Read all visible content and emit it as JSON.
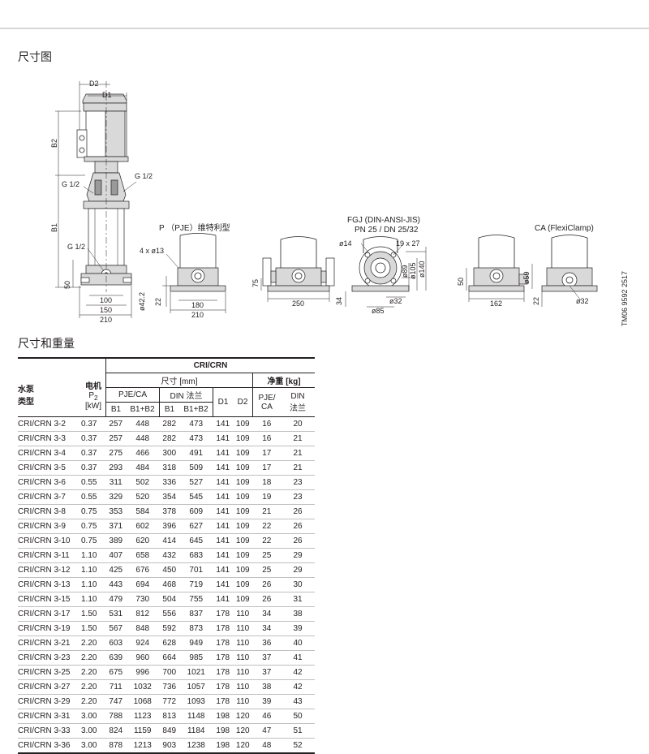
{
  "headings": {
    "dimensions": "尺寸图",
    "dimensions_weights": "尺寸和重量"
  },
  "drawing": {
    "dims": {
      "D2": "D2",
      "D1": "D1",
      "B2": "B2",
      "B1": "B1",
      "g_half": "G 1/2",
      "g_half_right": "G 1/2",
      "g_half_mid": "G 1/2",
      "h50": "50",
      "w100": "100",
      "w150": "150",
      "w210": "210",
      "p_label": "P （PJE）维特利型",
      "p_holes": "4 x ø13",
      "p_22": "22",
      "p_d42": "ø42.2",
      "p_180": "180",
      "p_210": "210",
      "fgj_line1": "FGJ (DIN-ANSI-JIS)",
      "fgj_line2": "PN 25 / DN 25/32",
      "f_75": "75",
      "f_250": "250",
      "f_34": "34",
      "f_d14": "ø14",
      "f_19x27": "19 x 27",
      "f_d89": "ø89",
      "f_d105": "ø105",
      "f_d140": "ø140",
      "f_d85": "ø85",
      "f_d32": "ø32",
      "ca_label": "CA (FlexiClamp)",
      "ca_50": "50",
      "ca_d59": "ø59",
      "ca_22": "22",
      "ca_162": "162",
      "ca_d32": "ø32"
    },
    "code": "TM06 9592 2517"
  },
  "table": {
    "group": "CRI/CRN",
    "pump_type": [
      "水泵",
      "类型"
    ],
    "motor": [
      "电机",
      "P",
      "2",
      "[kW]"
    ],
    "dims": "尺寸 [mm]",
    "weight": "净重 [kg]",
    "pje_ca": "PJE/CA",
    "din_flange": "DIN 法兰",
    "cols": [
      "B1",
      "B1+B2",
      "B1",
      "B1+B2",
      "D1",
      "D2"
    ],
    "w_pje": [
      "PJE/",
      "CA"
    ],
    "w_din": [
      "DIN",
      "法兰"
    ],
    "rows": [
      [
        "CRI/CRN 3-2",
        "0.37",
        "257",
        "448",
        "282",
        "473",
        "141",
        "109",
        "16",
        "20"
      ],
      [
        "CRI/CRN 3-3",
        "0.37",
        "257",
        "448",
        "282",
        "473",
        "141",
        "109",
        "16",
        "21"
      ],
      [
        "CRI/CRN 3-4",
        "0.37",
        "275",
        "466",
        "300",
        "491",
        "141",
        "109",
        "17",
        "21"
      ],
      [
        "CRI/CRN 3-5",
        "0.37",
        "293",
        "484",
        "318",
        "509",
        "141",
        "109",
        "17",
        "21"
      ],
      [
        "CRI/CRN 3-6",
        "0.55",
        "311",
        "502",
        "336",
        "527",
        "141",
        "109",
        "18",
        "23"
      ],
      [
        "CRI/CRN 3-7",
        "0.55",
        "329",
        "520",
        "354",
        "545",
        "141",
        "109",
        "19",
        "23"
      ],
      [
        "CRI/CRN 3-8",
        "0.75",
        "353",
        "584",
        "378",
        "609",
        "141",
        "109",
        "21",
        "26"
      ],
      [
        "CRI/CRN 3-9",
        "0.75",
        "371",
        "602",
        "396",
        "627",
        "141",
        "109",
        "22",
        "26"
      ],
      [
        "CRI/CRN 3-10",
        "0.75",
        "389",
        "620",
        "414",
        "645",
        "141",
        "109",
        "22",
        "26"
      ],
      [
        "CRI/CRN 3-11",
        "1.10",
        "407",
        "658",
        "432",
        "683",
        "141",
        "109",
        "25",
        "29"
      ],
      [
        "CRI/CRN 3-12",
        "1.10",
        "425",
        "676",
        "450",
        "701",
        "141",
        "109",
        "25",
        "29"
      ],
      [
        "CRI/CRN 3-13",
        "1.10",
        "443",
        "694",
        "468",
        "719",
        "141",
        "109",
        "26",
        "30"
      ],
      [
        "CRI/CRN 3-15",
        "1.10",
        "479",
        "730",
        "504",
        "755",
        "141",
        "109",
        "26",
        "31"
      ],
      [
        "CRI/CRN 3-17",
        "1.50",
        "531",
        "812",
        "556",
        "837",
        "178",
        "110",
        "34",
        "38"
      ],
      [
        "CRI/CRN 3-19",
        "1.50",
        "567",
        "848",
        "592",
        "873",
        "178",
        "110",
        "34",
        "39"
      ],
      [
        "CRI/CRN 3-21",
        "2.20",
        "603",
        "924",
        "628",
        "949",
        "178",
        "110",
        "36",
        "40"
      ],
      [
        "CRI/CRN 3-23",
        "2.20",
        "639",
        "960",
        "664",
        "985",
        "178",
        "110",
        "37",
        "41"
      ],
      [
        "CRI/CRN 3-25",
        "2.20",
        "675",
        "996",
        "700",
        "1021",
        "178",
        "110",
        "37",
        "42"
      ],
      [
        "CRI/CRN 3-27",
        "2.20",
        "711",
        "1032",
        "736",
        "1057",
        "178",
        "110",
        "38",
        "42"
      ],
      [
        "CRI/CRN 3-29",
        "2.20",
        "747",
        "1068",
        "772",
        "1093",
        "178",
        "110",
        "39",
        "43"
      ],
      [
        "CRI/CRN 3-31",
        "3.00",
        "788",
        "1123",
        "813",
        "1148",
        "198",
        "120",
        "46",
        "50"
      ],
      [
        "CRI/CRN 3-33",
        "3.00",
        "824",
        "1159",
        "849",
        "1184",
        "198",
        "120",
        "47",
        "51"
      ],
      [
        "CRI/CRN 3-36",
        "3.00",
        "878",
        "1213",
        "903",
        "1238",
        "198",
        "120",
        "48",
        "52"
      ]
    ]
  }
}
